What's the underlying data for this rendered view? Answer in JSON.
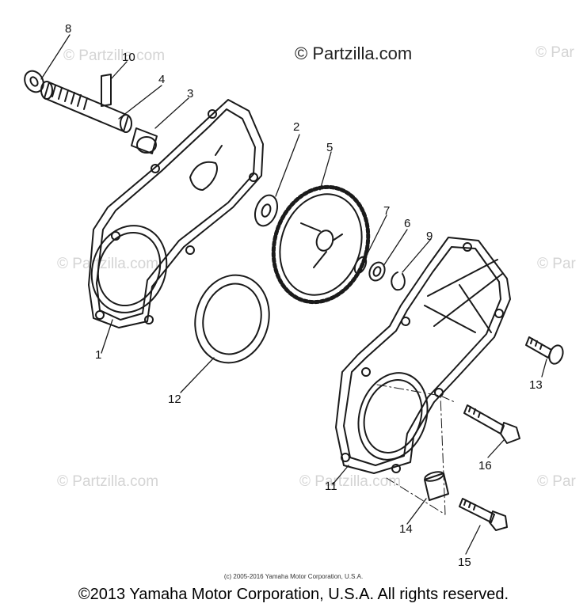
{
  "watermark_main": "© Partzilla.com",
  "watermark_faint": "© Partzilla.com",
  "watermark_faint_clipped": "© Par",
  "part_labels": [
    "8",
    "10",
    "4",
    "3",
    "2",
    "5",
    "7",
    "6",
    "9",
    "1",
    "12",
    "13",
    "16",
    "11",
    "14",
    "15"
  ],
  "small_copyright": "(c) 2005-2016 Yamaha Motor Corporation, U.S.A.",
  "footer_copyright": "©2013 Yamaha Motor Corporation, U.S.A. All rights reserved."
}
